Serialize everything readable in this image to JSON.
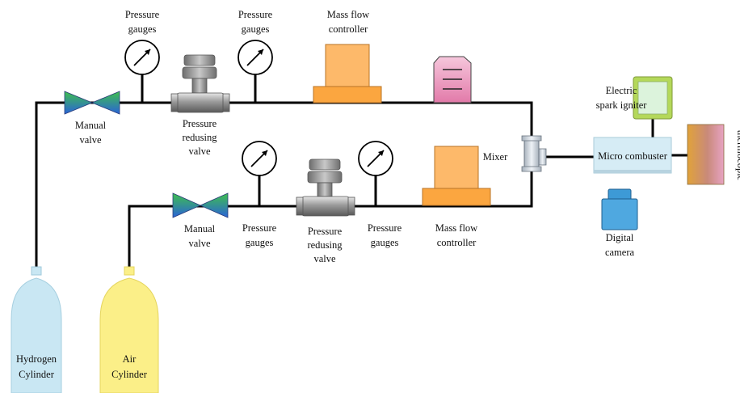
{
  "labels": {
    "pressure_gauges": "Pressure gauges",
    "pressure_gauges_line1": "Pressure",
    "pressure_gauges_line2": "gauges",
    "mass_flow_line1": "Mass flow",
    "mass_flow_line2": "controller",
    "manual_valve_line1": "Manual",
    "manual_valve_line2": "valve",
    "pressure_redusing_line1": "Pressure",
    "pressure_redusing_line2": "redusing",
    "pressure_redusing_line3": "valve",
    "mixer": "Mixer",
    "electric_line1": "Electric",
    "electric_line2": "spark igniter",
    "micro_combuster": "Micro combuster",
    "thermocouple": "thermocople",
    "digital_line1": "Digital",
    "digital_line2": "camera",
    "hydrogen_line1": "Hydrogen",
    "hydrogen_line2": "Cylinder",
    "air_line1": "Air",
    "air_line2": "Cylinder"
  },
  "colors": {
    "line": "#000000",
    "hydrogen_cylinder": "#c9e7f3",
    "air_cylinder": "#fbef88",
    "mfc_top": "#fdb96a",
    "mfc_base": "#fba640",
    "valve_green": "#3fb54a",
    "valve_blue": "#2f6fd6",
    "igniter_frame": "#b4d85a",
    "igniter_screen": "#dcf3dc",
    "combuster": "#d6ecf5",
    "camera": "#3d9ad6",
    "pink_device": "#f1a8c8"
  }
}
